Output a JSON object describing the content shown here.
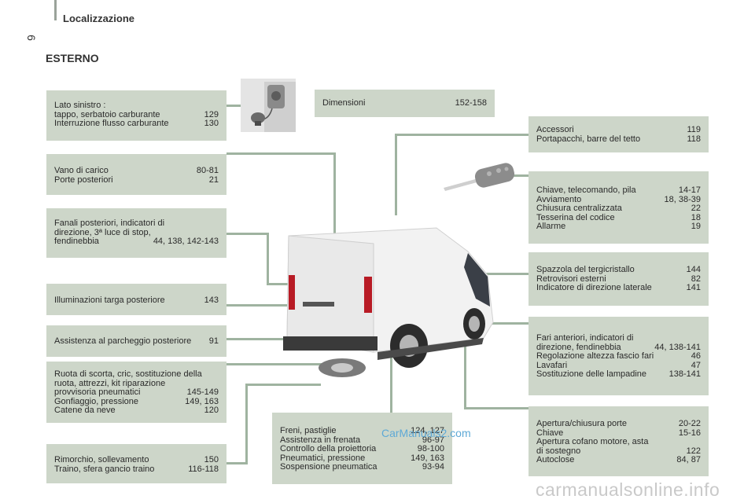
{
  "header": {
    "title": "Localizzazione",
    "page_number": "6"
  },
  "section_title": "ESTERNO",
  "left_boxes": [
    {
      "heading": "Lato sinistro :",
      "rows": [
        [
          "tappo, serbatoio carburante",
          "129"
        ],
        [
          "Interruzione flusso carburante",
          "130"
        ]
      ]
    },
    {
      "rows": [
        [
          "Vano di carico",
          "80-81"
        ],
        [
          "Porte posteriori",
          "21"
        ]
      ]
    },
    {
      "heading_lines": [
        "Fanali posteriori, indicatori di",
        "direzione, 3ª luce di stop,"
      ],
      "rows": [
        [
          "fendinebbia",
          "44, 138, 142-143"
        ]
      ]
    },
    {
      "rows": [
        [
          "Illuminazioni targa posteriore",
          "143"
        ]
      ]
    },
    {
      "rows": [
        [
          "Assistenza al parcheggio posteriore",
          "91"
        ]
      ]
    },
    {
      "heading_lines": [
        "Ruota di scorta, cric, sostituzione della",
        "ruota, attrezzi, kit riparazione"
      ],
      "rows": [
        [
          "provvisoria pneumatici",
          "145-149"
        ],
        [
          "Gonfiaggio, pressione",
          "149, 163"
        ],
        [
          "Catene da neve",
          "120"
        ]
      ]
    },
    {
      "rows": [
        [
          "Rimorchio, sollevamento",
          "150"
        ],
        [
          "Traino, sfera gancio traino",
          "116-118"
        ]
      ]
    }
  ],
  "top_box": {
    "rows": [
      [
        "Dimensioni",
        "152-158"
      ]
    ]
  },
  "bottom_box": {
    "rows": [
      [
        "Freni, pastiglie",
        "124, 127"
      ],
      [
        "Assistenza in frenata",
        "96-97"
      ],
      [
        "Controllo della proiettoria",
        "98-100"
      ],
      [
        "Pneumatici, pressione",
        "149, 163"
      ],
      [
        "Sospensione pneumatica",
        "93-94"
      ]
    ]
  },
  "right_boxes": [
    {
      "rows": [
        [
          "Accessori",
          "119"
        ],
        [
          "Portapacchi, barre del tetto",
          "118"
        ]
      ]
    },
    {
      "rows": [
        [
          "Chiave, telecomando, pila",
          "14-17"
        ],
        [
          "Avviamento",
          "18, 38-39"
        ],
        [
          "Chiusura centralizzata",
          "22"
        ],
        [
          "Tesserina del codice",
          "18"
        ],
        [
          "Allarme",
          "19"
        ]
      ]
    },
    {
      "rows": [
        [
          "Spazzola del tergicristallo",
          "144"
        ],
        [
          "Retrovisori esterni",
          "82"
        ],
        [
          "Indicatore di direzione laterale",
          "141"
        ]
      ]
    },
    {
      "heading_lines": [
        "Fari anteriori, indicatori di"
      ],
      "rows": [
        [
          "direzione, fendinebbia",
          "44, 138-141"
        ],
        [
          "Regolazione altezza fascio fari",
          "46"
        ],
        [
          "Lavafari",
          "47"
        ],
        [
          "Sostituzione delle lampadine",
          "138-141"
        ]
      ]
    },
    {
      "rows": [
        [
          "Apertura/chiusura porte",
          "20-22"
        ],
        [
          "Chiave",
          "15-16"
        ]
      ],
      "heading_lines_after": [
        "Apertura cofano motore, asta"
      ],
      "rows2": [
        [
          "di sostegno",
          "122"
        ],
        [
          "Autoclose",
          "84, 87"
        ]
      ]
    }
  ],
  "watermarks": {
    "mid": "CarManuals2.com",
    "bottom": "carmanualsonline.info"
  },
  "colors": {
    "box_bg": "#cdd6c9",
    "line": "#9fb3a0",
    "van_body": "#f2f2f2"
  }
}
